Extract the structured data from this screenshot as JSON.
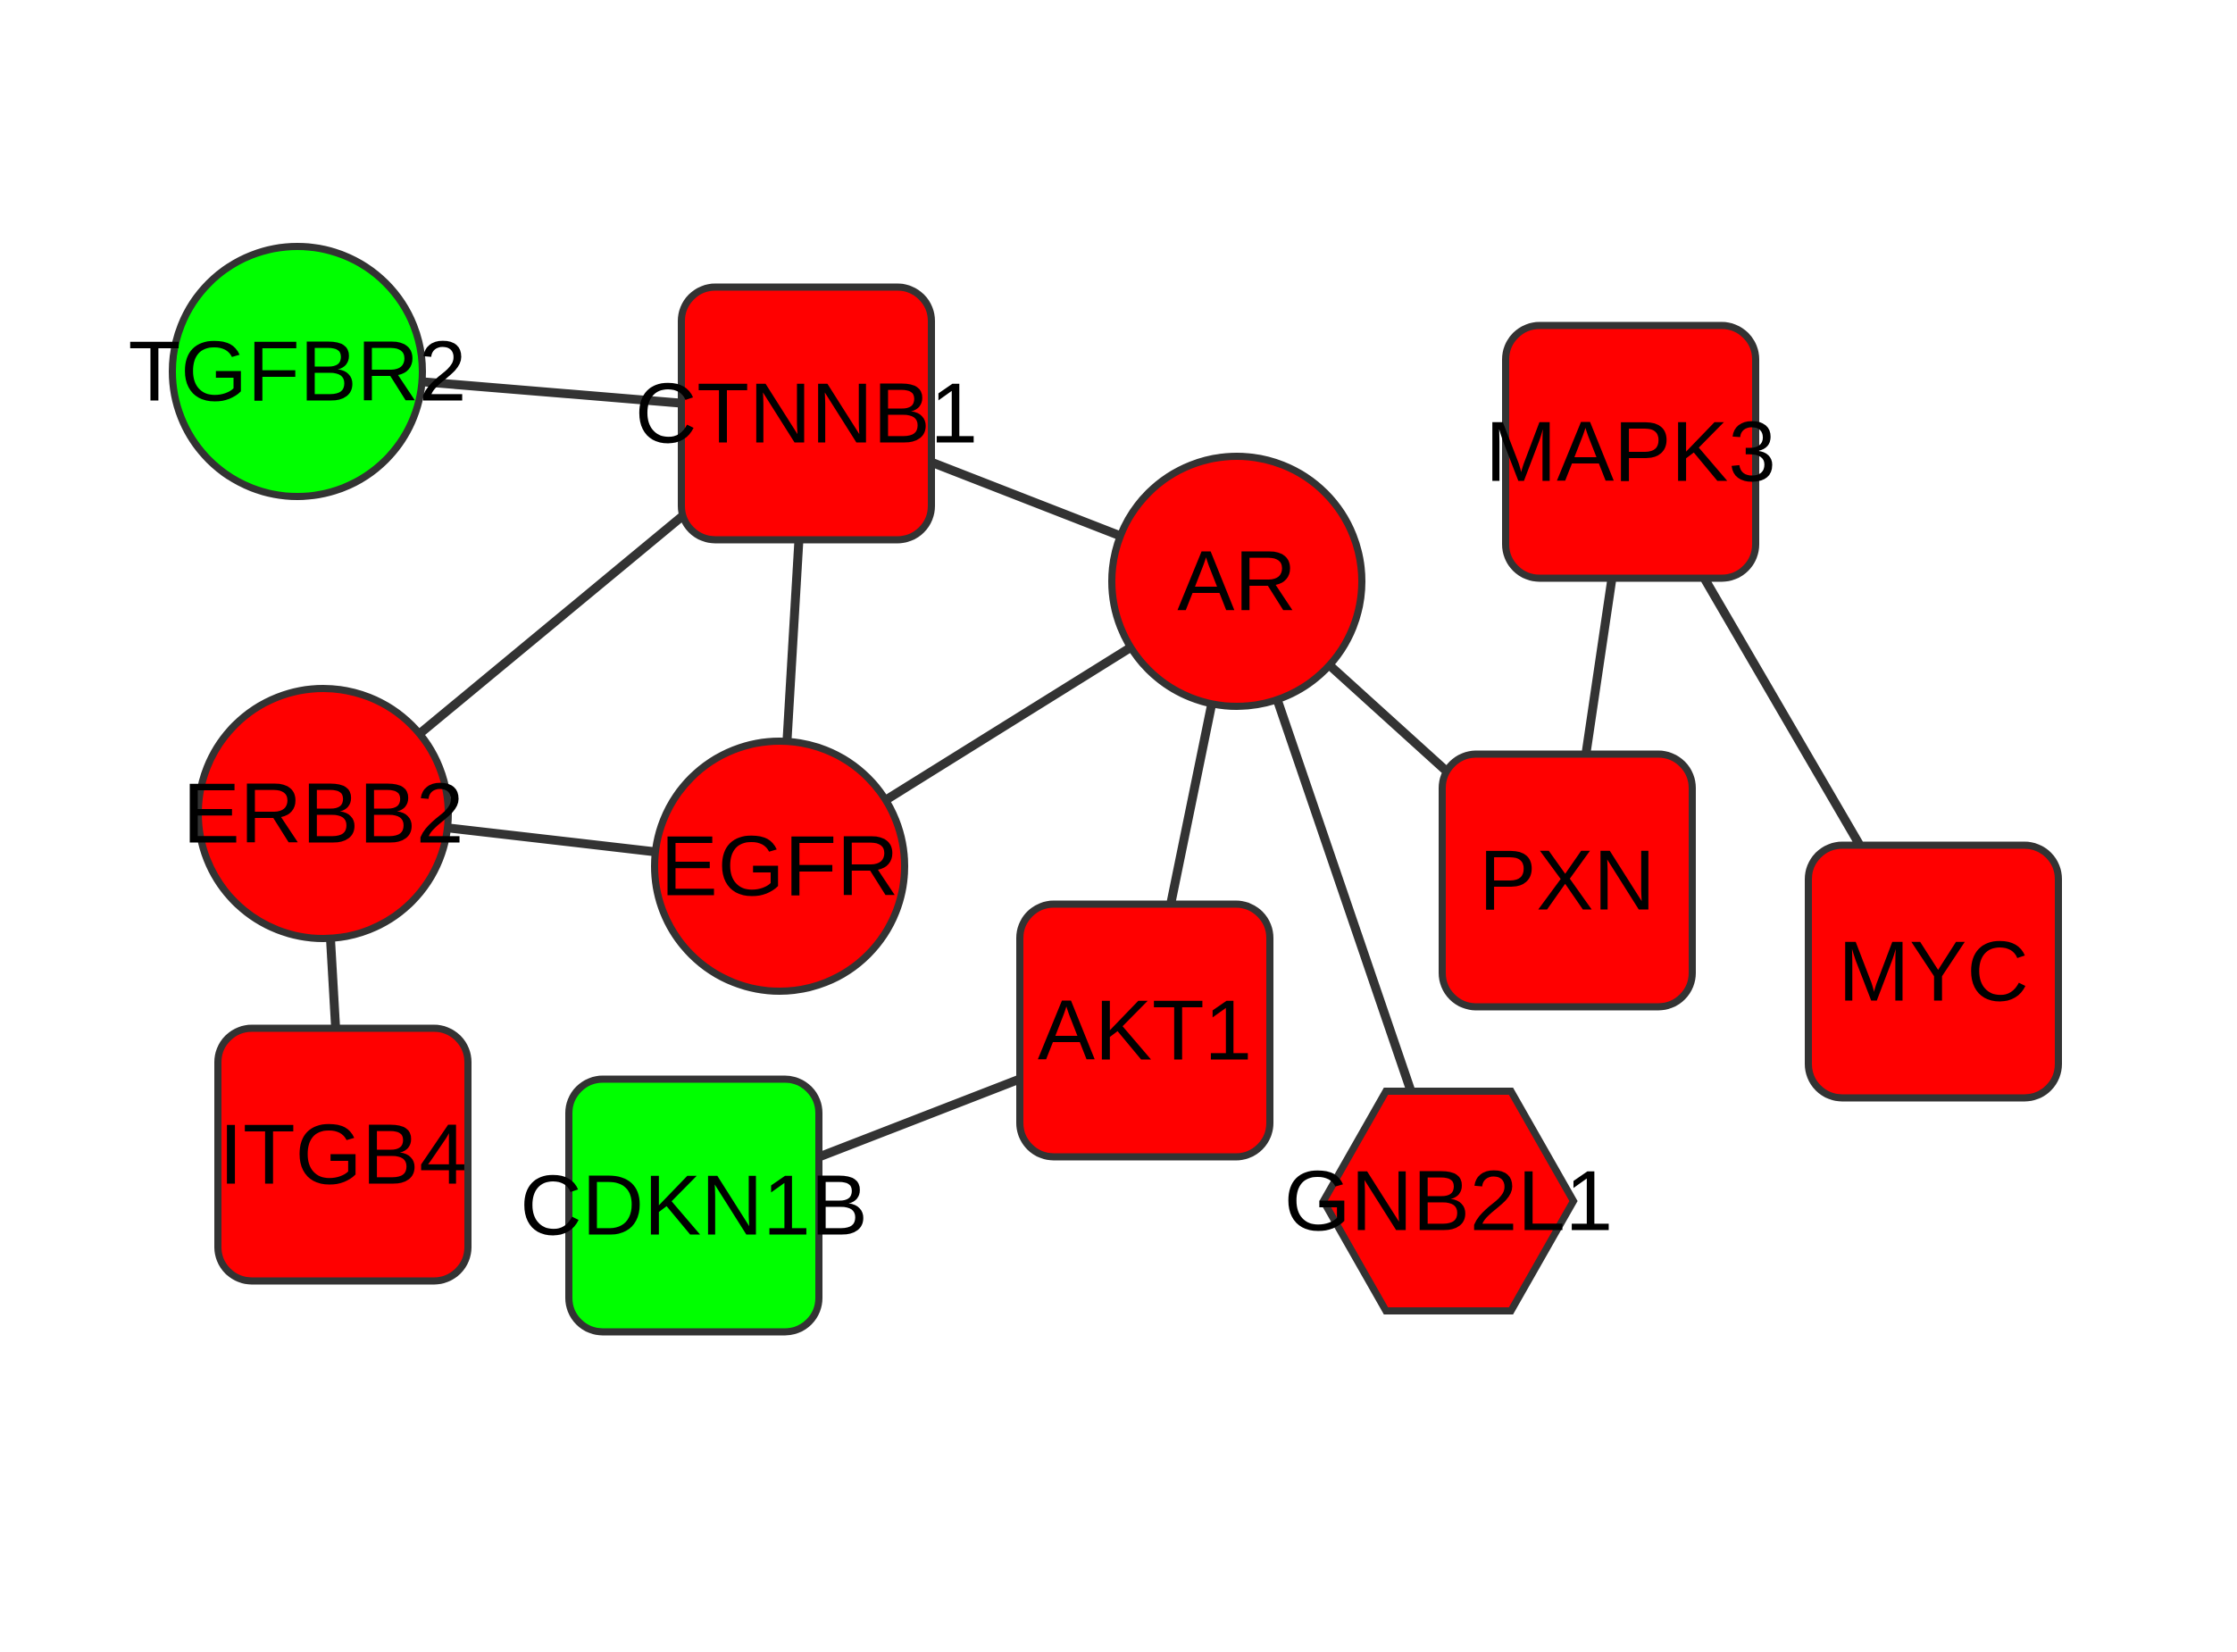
{
  "colors": {
    "up": "#ff0000",
    "down": "#00ff00",
    "edge": "#333333",
    "border": "#333333"
  },
  "nodes": [
    {
      "id": "TGFBR2",
      "label": "TGFBR2",
      "shape": "circle",
      "color": "#00ff00"
    },
    {
      "id": "CTNNB1",
      "label": "CTNNB1",
      "shape": "round-rectangle",
      "color": "#ff0000"
    },
    {
      "id": "MAPK3",
      "label": "MAPK3",
      "shape": "round-rectangle",
      "color": "#ff0000"
    },
    {
      "id": "AR",
      "label": "AR",
      "shape": "circle",
      "color": "#ff0000"
    },
    {
      "id": "ERBB2",
      "label": "ERBB2",
      "shape": "circle",
      "color": "#ff0000"
    },
    {
      "id": "EGFR",
      "label": "EGFR",
      "shape": "circle",
      "color": "#ff0000"
    },
    {
      "id": "PXN",
      "label": "PXN",
      "shape": "round-rectangle",
      "color": "#ff0000"
    },
    {
      "id": "MYC",
      "label": "MYC",
      "shape": "round-rectangle",
      "color": "#ff0000"
    },
    {
      "id": "AKT1",
      "label": "AKT1",
      "shape": "round-rectangle",
      "color": "#ff0000"
    },
    {
      "id": "ITGB4",
      "label": "ITGB4",
      "shape": "round-rectangle",
      "color": "#ff0000"
    },
    {
      "id": "CDKN1B",
      "label": "CDKN1B",
      "shape": "round-rectangle",
      "color": "#00ff00"
    },
    {
      "id": "GNB2L1",
      "label": "GNB2L1",
      "shape": "hexagon",
      "color": "#ff0000"
    }
  ],
  "edges": [
    {
      "source": "TGFBR2",
      "target": "CTNNB1"
    },
    {
      "source": "CTNNB1",
      "target": "AR"
    },
    {
      "source": "CTNNB1",
      "target": "ERBB2"
    },
    {
      "source": "CTNNB1",
      "target": "EGFR"
    },
    {
      "source": "AR",
      "target": "EGFR"
    },
    {
      "source": "AR",
      "target": "AKT1"
    },
    {
      "source": "AR",
      "target": "GNB2L1"
    },
    {
      "source": "AR",
      "target": "PXN"
    },
    {
      "source": "MAPK3",
      "target": "PXN"
    },
    {
      "source": "MAPK3",
      "target": "MYC"
    },
    {
      "source": "ERBB2",
      "target": "EGFR"
    },
    {
      "source": "ERBB2",
      "target": "ITGB4"
    },
    {
      "source": "AKT1",
      "target": "CDKN1B"
    }
  ]
}
